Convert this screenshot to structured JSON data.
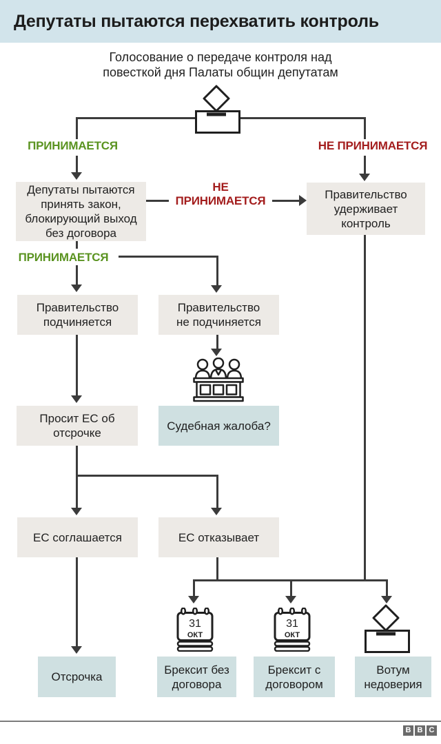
{
  "header": {
    "title": "Депутаты пытаются перехватить контроль"
  },
  "subtitle": "Голосование о передаче контроля над\nповесткой дня Палаты общин депутатам",
  "flow": {
    "labels": {
      "passes_top": "ПРИНИМАЕТСЯ",
      "fails_top": "НЕ ПРИНИМАЕТСЯ",
      "fails_mid": "НЕ\nПРИНИМАЕТСЯ",
      "passes_mid": "ПРИНИМАЕТСЯ"
    },
    "nodes": {
      "mps_pass_law": "Депутаты пытаются\nпринять закон,\nблокирующий выход\nбез договора",
      "govt_keeps_control": "Правительство\nудерживает\nконтроль",
      "govt_complies": "Правительство\nподчиняется",
      "govt_defies": "Правительство\nне подчиняется",
      "ask_eu_delay": "Просит ЕС об\nотсрочке",
      "court_challenge": "Судебная жалоба?",
      "eu_agrees": "ЕС соглашается",
      "eu_refuses": "ЕС отказывает",
      "delay": "Отсрочка",
      "brexit_no_deal": "Брексит без\nдоговора",
      "brexit_deal": "Брексит с\nдоговором",
      "no_confidence": "Вотум\nнедоверия"
    },
    "calendar": {
      "day": "31",
      "month": "ОКТ"
    },
    "icons": [
      "ballot-box-icon",
      "judges-bench-icon",
      "calendar-icon",
      "calendar-icon",
      "ballot-box-icon"
    ]
  },
  "footer": {
    "logo_letters": [
      "B",
      "B",
      "C"
    ]
  },
  "colors": {
    "header_bg": "#d2e4eb",
    "node_gray": "#edeae6",
    "node_blue": "#cfe0e1",
    "accept_green": "#5a9320",
    "reject_red": "#a31d1d",
    "line": "#3b3b3b"
  }
}
